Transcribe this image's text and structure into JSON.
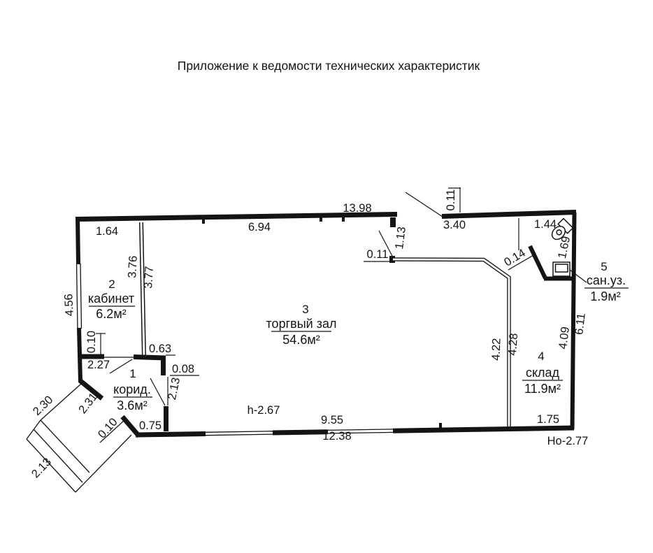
{
  "title": "Приложение к ведомости технических характеристик",
  "rooms": {
    "corridor": {
      "number": "1",
      "name": "корид.",
      "area": "3.6м²"
    },
    "cabinet": {
      "number": "2",
      "name": "кабинет",
      "area": "6.2м²"
    },
    "hall": {
      "number": "3",
      "name": "торгвый зал",
      "area": "54.6м²"
    },
    "warehouse": {
      "number": "4",
      "name": "склад",
      "area": "11.9м²"
    },
    "sanunit": {
      "number": "5",
      "name": "сан.уз.",
      "area": "1.9м²"
    }
  },
  "dims": {
    "top_overall": "13.98",
    "top_left_inner": "1.64",
    "top_mid_inner": "6.94",
    "top_right_wall": "3.40",
    "wall_thickness_top": "0.11",
    "entry_top": "1.13",
    "partition_thickness": "0.11",
    "sanuz_width": "1.44",
    "sanuz_depth": "1.69",
    "sanuz_partition": "0.14",
    "left_outer": "4.56",
    "cabinet_left": "3.76",
    "cabinet_right": "3.77",
    "cabinet_stub": "0.10",
    "cabinet_width": "2.27",
    "corridor_top": "0.63",
    "corridor_step": "0.08",
    "corridor_door": "2.13",
    "porch_nw": "2.30",
    "porch_sw": "2.13",
    "porch_diagonal": "2.31",
    "porch_thickness": "0.10",
    "bottom_left_inner": "0.75",
    "hall_bottom": "9.55",
    "bottom_overall": "12.38",
    "warehouse_bottom": "1.75",
    "hall_right": "4.22",
    "warehouse_left": "4.28",
    "warehouse_right": "4.09",
    "right_outer": "6.11"
  },
  "notes": {
    "ceiling_height": "h-2.67",
    "building_height": "Но-2.77"
  },
  "colors": {
    "line": "#141414",
    "background": "#ffffff"
  }
}
